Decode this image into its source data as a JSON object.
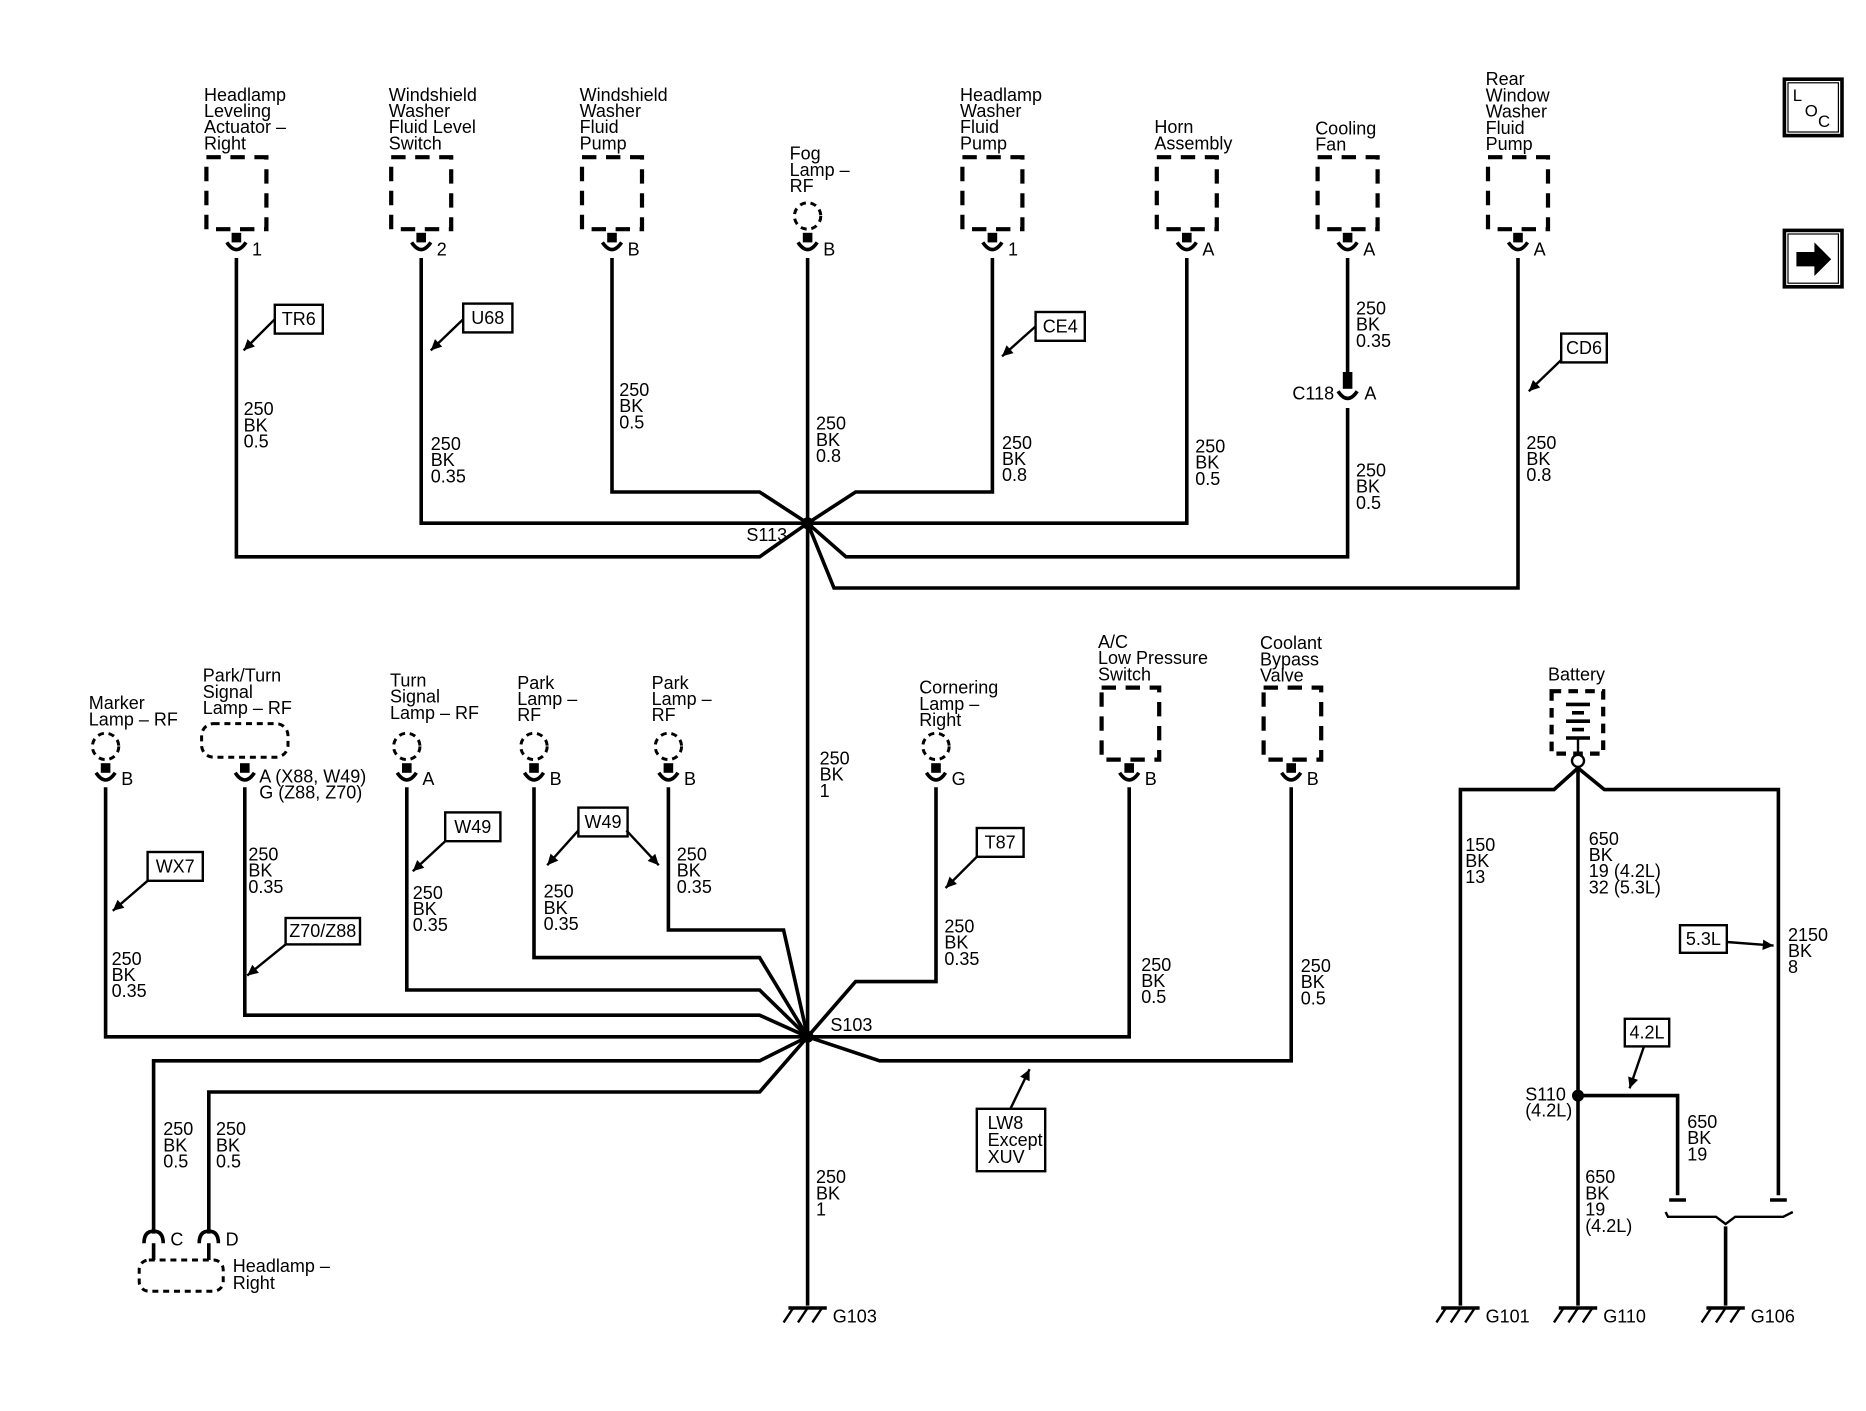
{
  "top_components": [
    {
      "id": "headlamp-leveling-actuator-right",
      "lines": [
        "Headlamp",
        "Leveling",
        "Actuator –",
        "Right"
      ],
      "pin": "1",
      "wire": [
        "250",
        "BK",
        "0.5"
      ],
      "option": "TR6"
    },
    {
      "id": "windshield-washer-fluid-level-switch",
      "lines": [
        "Windshield",
        "Washer",
        "Fluid Level",
        "Switch"
      ],
      "pin": "2",
      "wire": [
        "250",
        "BK",
        "0.35"
      ],
      "option": "U68"
    },
    {
      "id": "windshield-washer-fluid-pump",
      "lines": [
        "Windshield",
        "Washer",
        "Fluid",
        "Pump"
      ],
      "pin": "B",
      "wire": [
        "250",
        "BK",
        "0.5"
      ]
    },
    {
      "id": "fog-lamp-rf",
      "lines": [
        "Fog",
        "Lamp –",
        "RF"
      ],
      "pin": "B",
      "wire": [
        "250",
        "BK",
        "0.8"
      ]
    },
    {
      "id": "headlamp-washer-fluid-pump",
      "lines": [
        "Headlamp",
        "Washer",
        "Fluid",
        "Pump"
      ],
      "pin": "1",
      "wire": [
        "250",
        "BK",
        "0.8"
      ],
      "option": "CE4"
    },
    {
      "id": "horn-assembly",
      "lines": [
        "Horn",
        "Assembly"
      ],
      "pin": "A",
      "wire": [
        "250",
        "BK",
        "0.5"
      ]
    },
    {
      "id": "cooling-fan",
      "lines": [
        "Cooling",
        "Fan"
      ],
      "pin": "A",
      "wire_upper": [
        "250",
        "BK",
        "0.35"
      ],
      "inline_connector": "C118",
      "inline_pin": "A",
      "wire": [
        "250",
        "BK",
        "0.5"
      ]
    },
    {
      "id": "rear-window-washer-fluid-pump",
      "lines": [
        "Rear",
        "Window",
        "Washer",
        "Fluid",
        "Pump"
      ],
      "pin": "A",
      "wire": [
        "250",
        "BK",
        "0.8"
      ],
      "option": "CD6"
    }
  ],
  "splice_top": "S113",
  "trunk_wire": [
    "250",
    "BK",
    "1"
  ],
  "bottom_components": [
    {
      "id": "marker-lamp-rf",
      "lines": [
        "Marker",
        "Lamp – RF"
      ],
      "pin": "B",
      "wire": [
        "250",
        "BK",
        "0.35"
      ],
      "option": "WX7"
    },
    {
      "id": "park-turn-signal-lamp-rf",
      "lines": [
        "Park/Turn",
        "Signal",
        "Lamp – RF"
      ],
      "pin_lines": [
        "A (X88, W49)",
        "G (Z88, Z70)"
      ],
      "wire": [
        "250",
        "BK",
        "0.35"
      ],
      "option": "Z70/Z88"
    },
    {
      "id": "turn-signal-lamp-rf",
      "lines": [
        "Turn",
        "Signal",
        "Lamp – RF"
      ],
      "pin": "A",
      "wire": [
        "250",
        "BK",
        "0.35"
      ],
      "option": "W49"
    },
    {
      "id": "park-lamp-rf-1",
      "lines": [
        "Park",
        "Lamp –",
        "RF"
      ],
      "pin": "B",
      "wire": [
        "250",
        "BK",
        "0.35"
      ]
    },
    {
      "id": "park-lamp-rf-2",
      "lines": [
        "Park",
        "Lamp –",
        "RF"
      ],
      "pin": "B",
      "wire": [
        "250",
        "BK",
        "0.35"
      ]
    },
    {
      "id": "cornering-lamp-right",
      "lines": [
        "Cornering",
        "Lamp –",
        "Right"
      ],
      "pin": "G",
      "wire": [
        "250",
        "BK",
        "0.35"
      ],
      "option": "T87"
    },
    {
      "id": "ac-low-pressure-switch",
      "lines": [
        "A/C",
        "Low Pressure",
        "Switch"
      ],
      "pin": "B",
      "wire": [
        "250",
        "BK",
        "0.5"
      ]
    },
    {
      "id": "coolant-bypass-valve",
      "lines": [
        "Coolant",
        "Bypass",
        "Valve"
      ],
      "pin": "B",
      "wire": [
        "250",
        "BK",
        "0.5"
      ],
      "option_lines": [
        "LW8",
        "Except",
        "XUV"
      ]
    }
  ],
  "park_lamp_option": "W49",
  "splice_bottom": "S103",
  "headlamp_right": {
    "lines": [
      "Headlamp –",
      "Right"
    ],
    "pin_c": "C",
    "pin_d": "D",
    "wire_c": [
      "250",
      "BK",
      "0.5"
    ],
    "wire_d": [
      "250",
      "BK",
      "0.5"
    ]
  },
  "ground_main": {
    "label": "G103",
    "wire": [
      "250",
      "BK",
      "1"
    ]
  },
  "battery": {
    "label": "Battery",
    "left_wire": [
      "150",
      "BK",
      "13"
    ],
    "mid_wire": [
      "650",
      "BK",
      "19 (4.2L)",
      "32 (5.3L)"
    ],
    "right_wire": [
      "2150",
      "BK",
      "8"
    ],
    "right_option": "5.3L",
    "splice": [
      "S110",
      "(4.2L)"
    ],
    "splice_option": "4.2L",
    "branch_wire": [
      "650",
      "BK",
      "19"
    ],
    "lower_wire": [
      "650",
      "BK",
      "19",
      "(4.2L)"
    ],
    "grounds": [
      "G101",
      "G110",
      "G106"
    ]
  },
  "nav": {
    "loc_letters": [
      "L",
      "O",
      "C"
    ],
    "next_glyph": "🡆"
  }
}
